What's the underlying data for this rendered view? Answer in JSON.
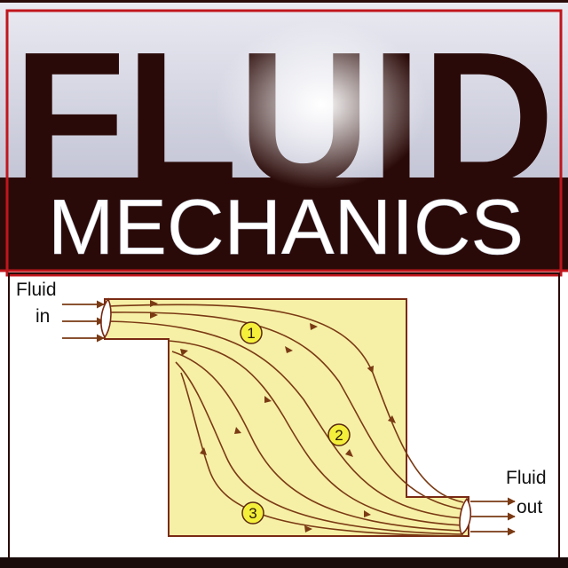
{
  "title": {
    "line1": "FLUID",
    "line2": "MECHANICS"
  },
  "diagram": {
    "inlet_label_line1": "Fluid",
    "inlet_label_line2": "in",
    "outlet_label_line1": "Fluid",
    "outlet_label_line2": "out",
    "markers": [
      "1",
      "2",
      "3"
    ]
  },
  "colors": {
    "frame_red": "#c0161c",
    "dark_maroon": "#2a0a08",
    "header_light": "#d8d9e6",
    "duct_fill": "#f6f0a6",
    "duct_stroke": "#7a2a14",
    "streamline": "#7a3a14",
    "marker_fill": "#f3ef3a"
  }
}
